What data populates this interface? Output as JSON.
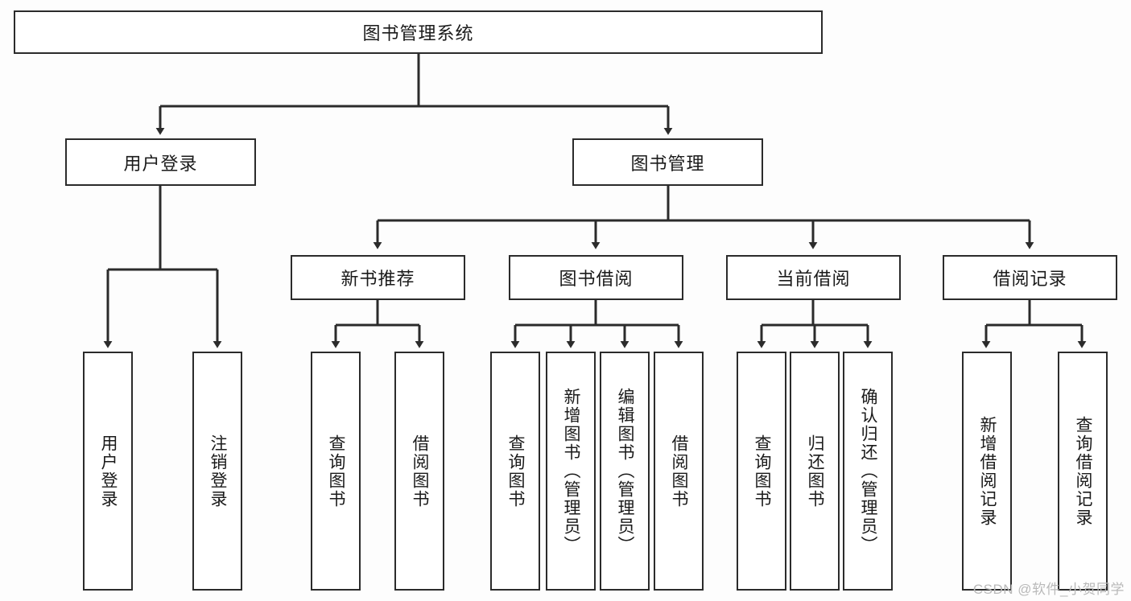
{
  "diagram": {
    "title": "图书管理系统",
    "type": "tree",
    "colors": {
      "background": "#fdfdfd",
      "box_fill": "#ffffff",
      "line": "#2b2b2b",
      "text": "#1a1a1a",
      "watermark": "#b9b9b9"
    },
    "nodes": {
      "root": {
        "label": "图书管理系统"
      },
      "level2": [
        {
          "id": "user-login",
          "label": "用户登录"
        },
        {
          "id": "book-manage",
          "label": "图书管理"
        }
      ],
      "level3": [
        {
          "id": "new-book-recommend",
          "label": "新书推荐"
        },
        {
          "id": "book-borrow",
          "label": "图书借阅"
        },
        {
          "id": "current-borrow",
          "label": "当前借阅"
        },
        {
          "id": "borrow-record",
          "label": "借阅记录"
        }
      ],
      "leaves": {
        "user_login": [
          {
            "id": "leaf-user-login",
            "label": "用户登录"
          },
          {
            "id": "leaf-user-logout",
            "label": "注销登录"
          }
        ],
        "new_book_recommend": [
          {
            "id": "leaf-query-book-1",
            "label": "查询图书"
          },
          {
            "id": "leaf-borrow-book-1",
            "label": "借阅图书"
          }
        ],
        "book_borrow": [
          {
            "id": "leaf-query-book-2",
            "label": "查询图书"
          },
          {
            "id": "leaf-add-book",
            "label": "新增图书（管理员）"
          },
          {
            "id": "leaf-edit-book",
            "label": "编辑图书（管理员）"
          },
          {
            "id": "leaf-borrow-book-2",
            "label": "借阅图书"
          }
        ],
        "current_borrow": [
          {
            "id": "leaf-query-book-3",
            "label": "查询图书"
          },
          {
            "id": "leaf-return-book",
            "label": "归还图书"
          },
          {
            "id": "leaf-confirm-return",
            "label": "确认归还（管理员）"
          }
        ],
        "borrow_record": [
          {
            "id": "leaf-add-record",
            "label": "新增借阅记录"
          },
          {
            "id": "leaf-query-record",
            "label": "查询借阅记录"
          }
        ]
      }
    }
  },
  "watermark": {
    "text": "CSDN @软件_小贺同学"
  }
}
